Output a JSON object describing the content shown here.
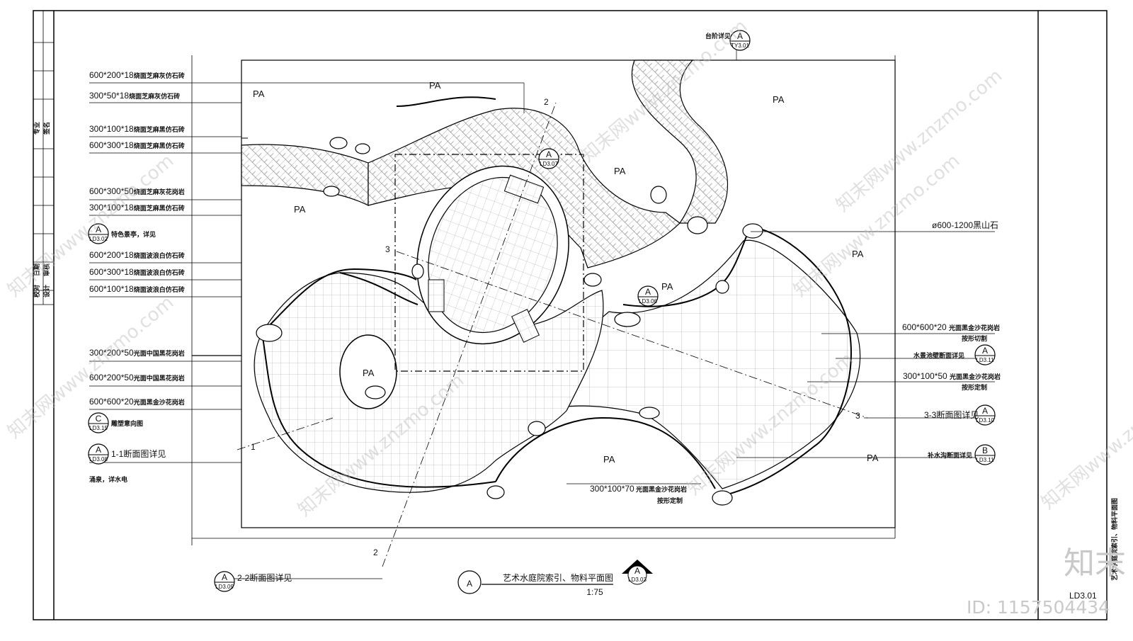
{
  "drawing": {
    "title": "艺术水庭院索引、物料平面图",
    "scale": "1:75",
    "title_symbol": "A",
    "sheet_no": "LD3.01",
    "side_title": "艺术水庭院索引、物料平面图",
    "brand": "知末",
    "id_text": "ID: 1157504434",
    "watermark": "知末网www.znzmo.com"
  },
  "left_callouts": [
    {
      "spec": "600*200*18",
      "mat": "烧面芝麻灰仿石砖"
    },
    {
      "spec": "300*50*18",
      "mat": "烧面芝麻灰仿石砖"
    },
    {
      "spec": "300*100*18",
      "mat": "烧面芝麻黑仿石砖"
    },
    {
      "spec": "600*300*18",
      "mat": "烧面芝麻黑仿石砖"
    },
    {
      "spec": "600*300*50",
      "mat": "烧面芝麻灰花岗岩"
    },
    {
      "spec": "300*100*18",
      "mat": "烧面芝麻黑仿石砖"
    },
    {
      "spec": "600*200*18",
      "mat": "烧面波浪白仿石砖"
    },
    {
      "spec": "600*300*18",
      "mat": "烧面波浪白仿石砖"
    },
    {
      "spec": "600*100*18",
      "mat": "烧面波浪白仿石砖"
    },
    {
      "spec": "300*200*50",
      "mat": "光面中国黑花岗岩"
    },
    {
      "spec": "600*200*50",
      "mat": "光面中国黑花岗岩"
    },
    {
      "spec": "600*600*20",
      "mat": "光面黑金沙花岗岩"
    }
  ],
  "left_refs": [
    {
      "letter": "A",
      "code": "LD3.02",
      "text": "特色景亭，详见"
    },
    {
      "letter": "C",
      "code": "LD3.15",
      "text": "雕塑意向图"
    },
    {
      "letter": "A",
      "code": "LD3.08",
      "text": "1-1断面图详见"
    }
  ],
  "left_note": "涌泉，详水电",
  "right_callouts": [
    {
      "spec": "ø600-1200",
      "mat": "黑山石"
    },
    {
      "spec": "600*600*20",
      "mat": "光面黑金沙花岗岩",
      "note": "按形切割"
    },
    {
      "spec": "300*100*50",
      "mat": "光面黑金沙花岗岩",
      "note": "按形定制"
    }
  ],
  "right_refs": [
    {
      "letter": "A",
      "code": "LD3.11",
      "text": "水景池壁断面详见"
    },
    {
      "letter": "A",
      "code": "LD3.10",
      "text": "3-3断面图详见"
    },
    {
      "letter": "B",
      "code": "LD3.11",
      "text": "补水沟断面详见"
    }
  ],
  "bottom_callout": {
    "spec": "300*100*70",
    "mat": "光面黑金沙花岗岩",
    "note": "按形定制"
  },
  "bottom_ref": {
    "letter": "A",
    "code": "LD3.09",
    "text": "2-2断面图详见"
  },
  "top_ref": {
    "letter": "A",
    "code": "TY3.01",
    "text": "台阶详见"
  },
  "bottom_arrow_code": "LD3.03",
  "plan_refs": [
    {
      "letter": "A",
      "code": "LD3.07"
    },
    {
      "letter": "A",
      "code": "LD3.06"
    }
  ],
  "section_marks": [
    "1",
    "2",
    "2",
    "3",
    "3"
  ],
  "pa_label": "PA",
  "title_block_left": [
    "专业",
    "签名",
    "日期",
    "审核",
    "校对",
    "设计"
  ]
}
